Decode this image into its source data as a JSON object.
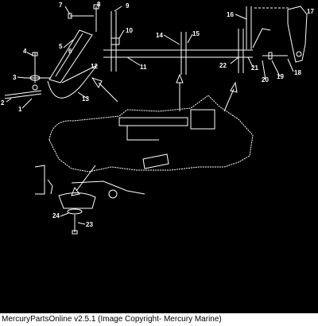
{
  "diagram": {
    "callouts": [
      "1",
      "2",
      "3",
      "4",
      "5",
      "6",
      "7",
      "8",
      "9",
      "10",
      "11",
      "12",
      "13",
      "14",
      "15",
      "16",
      "17",
      "18",
      "19",
      "20",
      "21",
      "22",
      "23",
      "24"
    ],
    "line_color": "#ffffff",
    "background": "#000000"
  },
  "footer": {
    "caption": "MercuryPartsOnline v2.5.1 (Image Copyright- Mercury Marine)"
  }
}
